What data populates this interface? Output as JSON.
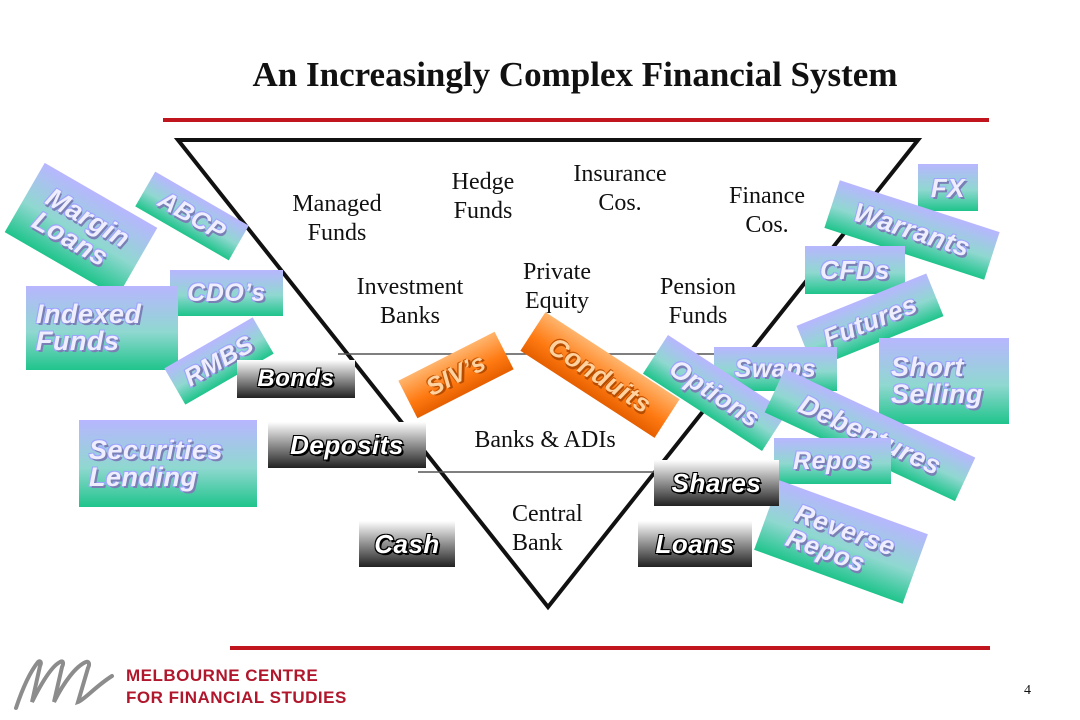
{
  "title": "An Increasingly Complex Financial System",
  "page_number": "4",
  "logo": {
    "line1": "MELBOURNE CENTRE",
    "line2": "FOR FINANCIAL STUDIES",
    "mark": "M"
  },
  "institutions": {
    "managed_funds": "Managed\nFunds",
    "hedge_funds": "Hedge\nFunds",
    "insurance": "Insurance\nCos.",
    "finance_cos": "Finance\nCos.",
    "investment_banks": "Investment\nBanks",
    "private_equity": "Private\nEquity",
    "pension_funds": "Pension\nFunds",
    "banks_adis": "Banks & ADIs",
    "central_bank": "Central\nBank"
  },
  "instruments": {
    "margin_loans": "Margin\nLoans",
    "abcp": "ABCP",
    "cdos": "CDO’s",
    "indexed_funds": "Indexed\nFunds",
    "rmbs": "RMBS",
    "securities_lending": "Securities\nLending",
    "fx": "FX",
    "warrants": "Warrants",
    "cfds": "CFDs",
    "futures": "Futures",
    "short_selling": "Short\nSelling",
    "swaps": "Swaps",
    "options": "Options",
    "debentures": "Debentures",
    "repos": "Repos",
    "reverse_repos": "Reverse\nRepos",
    "sivs": "SIV’s",
    "conduits": "Conduits",
    "bonds": "Bonds",
    "deposits": "Deposits",
    "shares": "Shares",
    "cash": "Cash",
    "loans": "Loans"
  },
  "colors": {
    "rule": "#c0151c",
    "triangle": "#111111",
    "logo": "#b0172c"
  }
}
